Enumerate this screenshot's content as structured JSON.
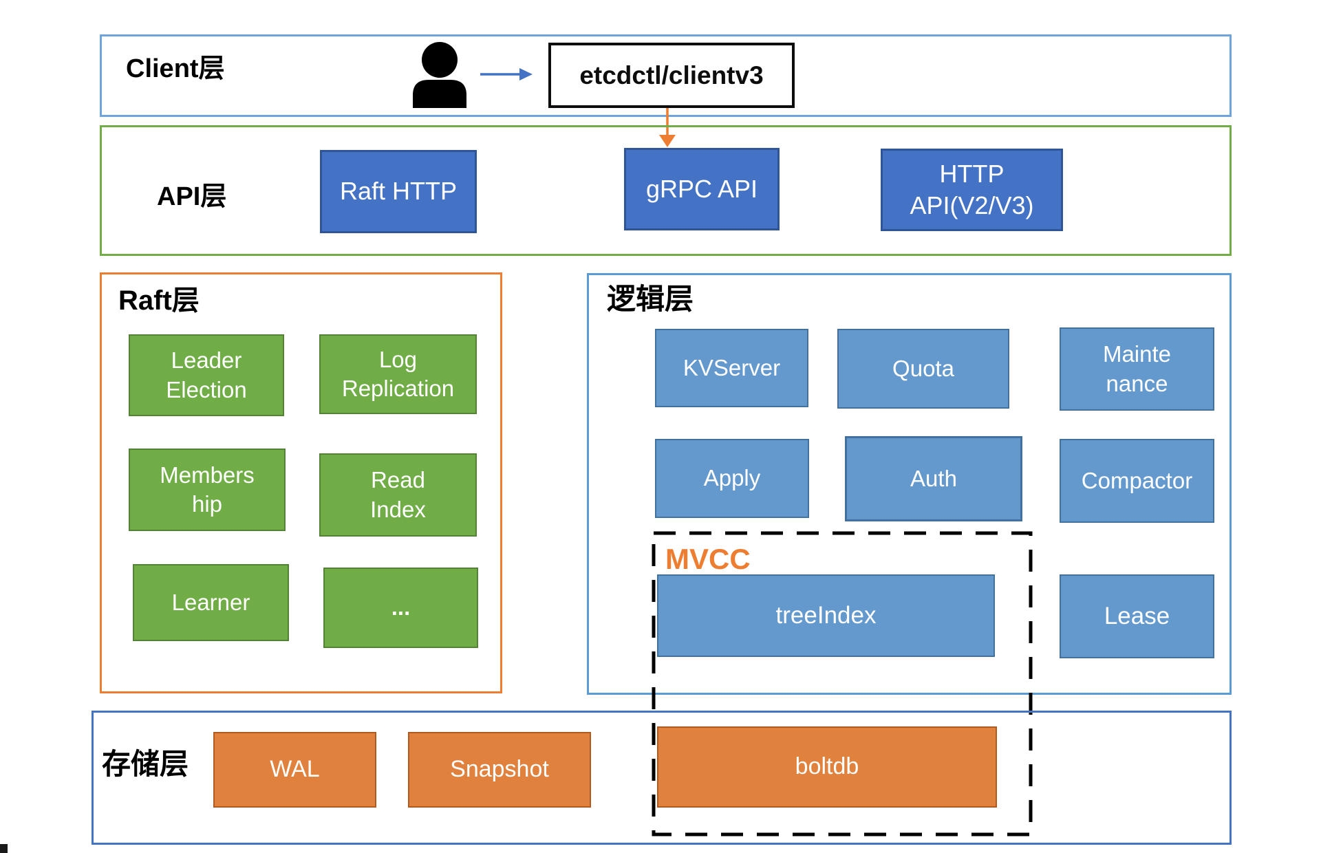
{
  "colors": {
    "client_layer_border": "#6FA3DC",
    "api_layer_border": "#70AD47",
    "raft_layer_border": "#ED7D31",
    "logic_layer_border": "#5B9BD5",
    "storage_layer_border": "#4472C4",
    "api_box_fill": "#4472C4",
    "logic_box_fill": "#6499CE",
    "raft_box_fill": "#70AD47",
    "storage_box_fill": "#E0813D",
    "mvcc_accent": "#ED7D31"
  },
  "layers": {
    "client": {
      "label": "Client层"
    },
    "api": {
      "label": "API层"
    },
    "raft": {
      "label": "Raft层"
    },
    "logic": {
      "label": "逻辑层"
    },
    "storage": {
      "label": "存储层"
    }
  },
  "client": {
    "entry_box": "etcdctl/clientv3"
  },
  "api": {
    "boxes": [
      {
        "label": "Raft HTTP"
      },
      {
        "label": "gRPC API"
      },
      {
        "label": "HTTP\nAPI(V2/V3)"
      }
    ]
  },
  "raft": {
    "boxes": [
      {
        "label": "Leader\nElection"
      },
      {
        "label": "Log\nReplication"
      },
      {
        "label": "Members\nhip"
      },
      {
        "label": "Read\nIndex"
      },
      {
        "label": "Learner"
      },
      {
        "label": "..."
      }
    ]
  },
  "logic": {
    "mvcc_label": "MVCC",
    "boxes": [
      {
        "label": "KVServer"
      },
      {
        "label": "Quota"
      },
      {
        "label": "Mainte\nnance"
      },
      {
        "label": "Apply"
      },
      {
        "label": "Auth"
      },
      {
        "label": "Compactor"
      },
      {
        "label": "treeIndex"
      },
      {
        "label": "Lease"
      }
    ]
  },
  "storage": {
    "boxes": [
      {
        "label": "WAL"
      },
      {
        "label": "Snapshot"
      },
      {
        "label": "boltdb"
      }
    ]
  }
}
